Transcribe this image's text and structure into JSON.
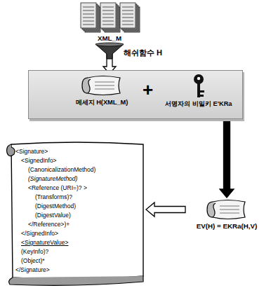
{
  "diagram": {
    "nodes": [
      {
        "text": [
          "XML_M"
        ]
      },
      {
        "text": [
          "+"
        ]
      },
      {
        "text": [
          "메세지 H(XML_M)"
        ],
        "in": 1
      },
      {
        "text": [
          "서명자의 비밀키 E'KRa"
        ],
        "in": 1
      },
      {
        "text": [
          "EV(H) = EKRa(H,V)"
        ]
      },
      {
        "text": [
          "<Signature>",
          "<SignedInfo>",
          "(CanonicalizationMethod)",
          "(SignatureMethod)",
          "<Reference (URI=)? >",
          "(Transforms)?",
          "(DigestMethod)",
          "(DigestValue)",
          "</Reference>)+",
          "</SignedInfo>",
          "<SignatureValue>",
          "(KeyInfo)?",
          "(Object)*",
          "</Signature>"
        ]
      }
    ],
    "edges": [
      {
        "from": 0,
        "to": 2,
        "arrow": "to"
      },
      {
        "from": 1,
        "to": 4,
        "arrow": "to"
      },
      {
        "from": 4,
        "to": 5,
        "arrow": "to"
      }
    ],
    "labels": [
      "해쉬함수 H"
    ]
  }
}
